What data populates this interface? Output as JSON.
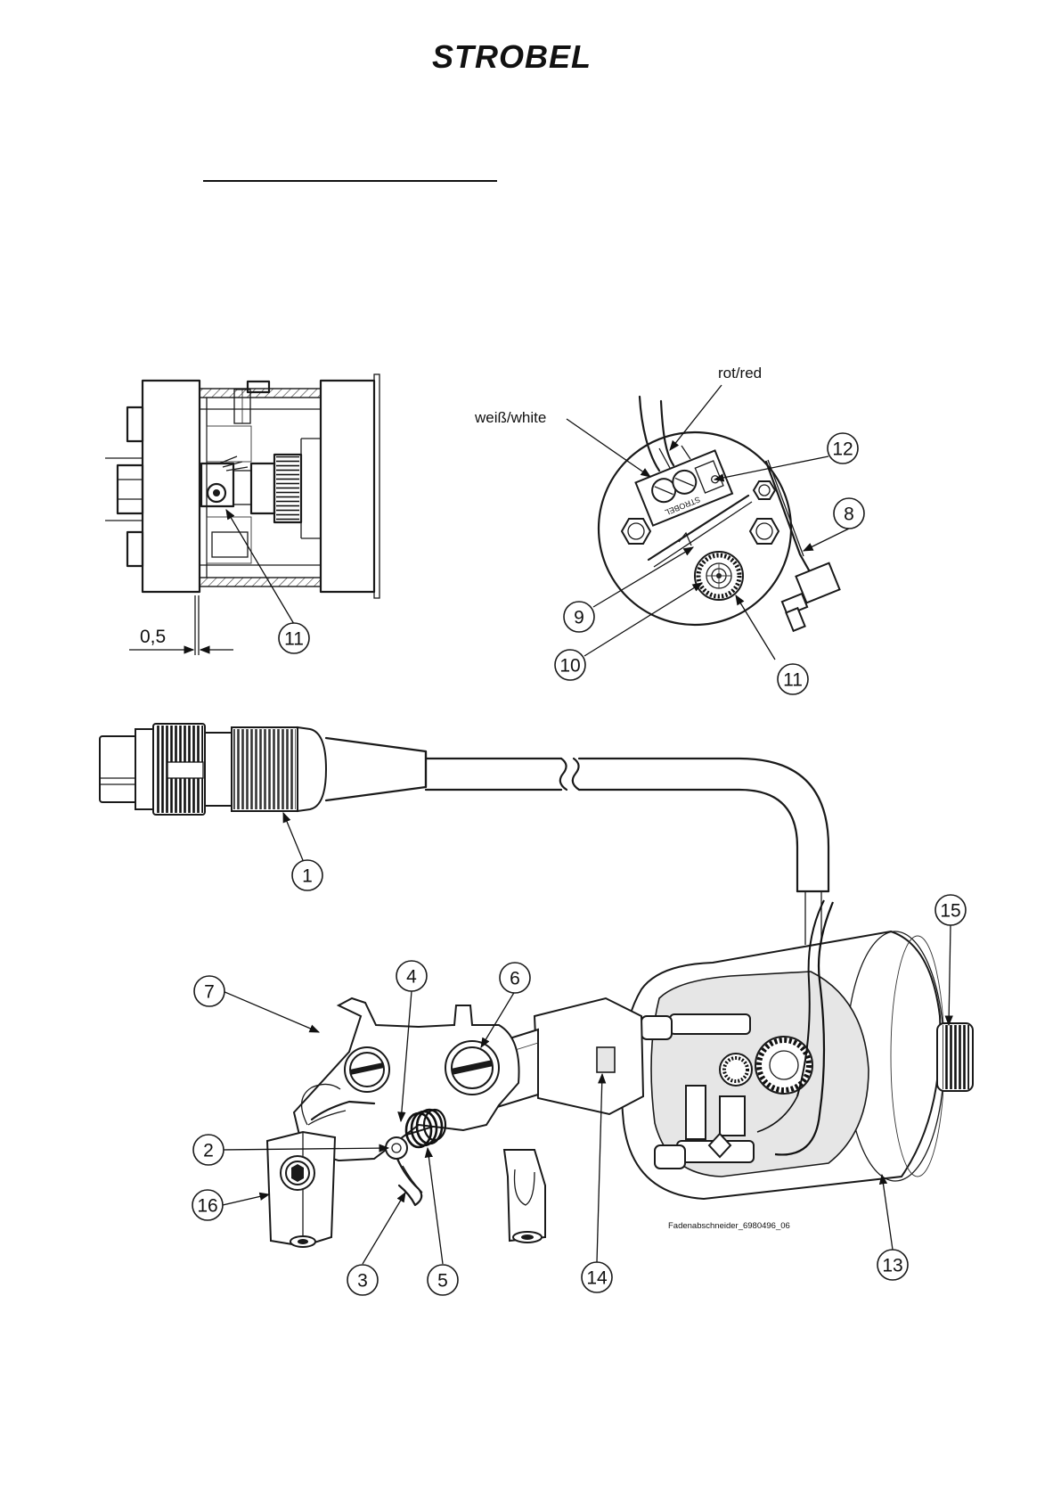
{
  "logo": {
    "text": "STROBEL"
  },
  "wire_labels": {
    "red": "rot/red",
    "white": "weiß/white"
  },
  "dimension": {
    "value": "0,5"
  },
  "drawing_id": "Fadenabschneider_6980496_06",
  "callouts": {
    "c1": "1",
    "c2": "2",
    "c3": "3",
    "c4": "4",
    "c5": "5",
    "c6": "6",
    "c7": "7",
    "c8": "8",
    "c9": "9",
    "c10": "10",
    "c11a": "11",
    "c11b": "11",
    "c12": "12",
    "c13": "13",
    "c14": "14",
    "c15": "15",
    "c16": "16"
  }
}
